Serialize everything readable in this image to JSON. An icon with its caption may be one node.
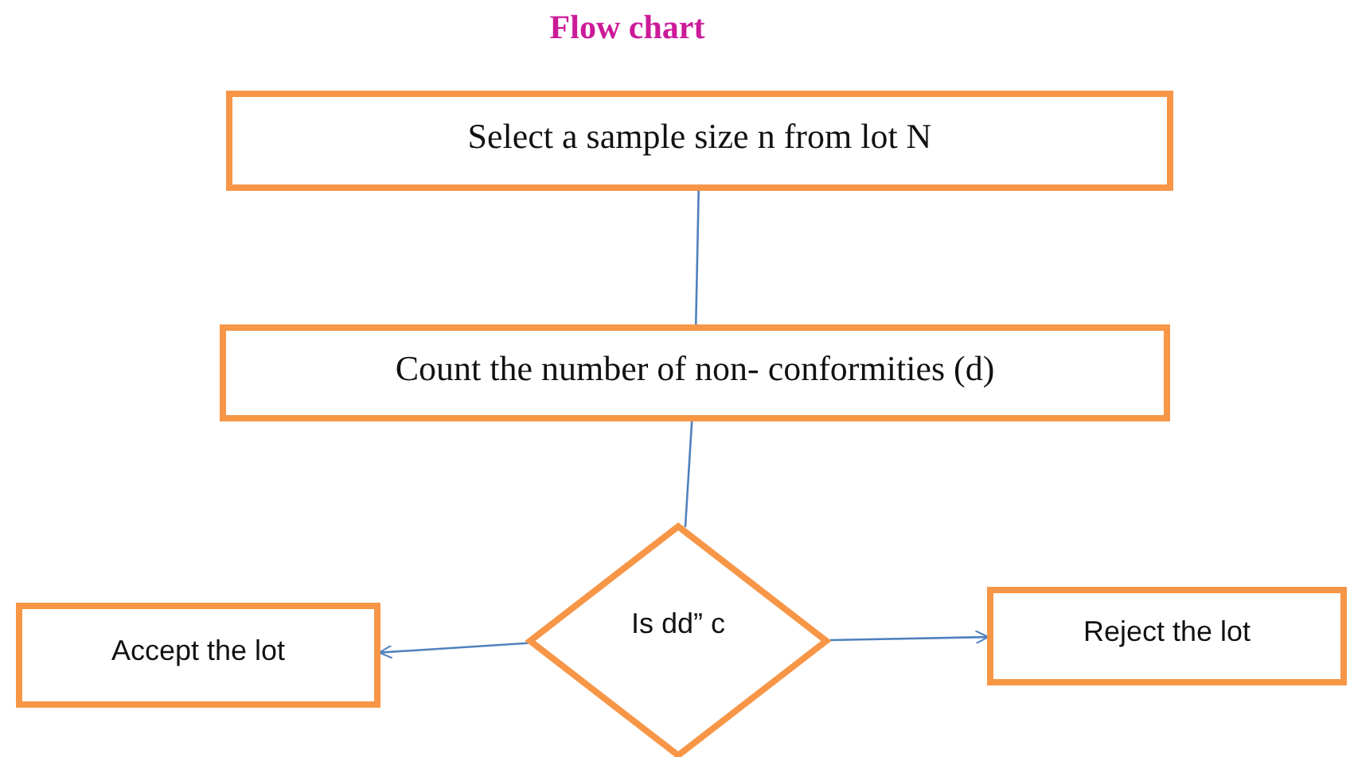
{
  "diagram": {
    "title": "Flow chart",
    "nodes": [
      {
        "text": [
          "Select a sample size n from lot N"
        ]
      },
      {
        "text": [
          "Count the number of non- conformities (d)"
        ]
      },
      {
        "text": [
          "Is dd” c"
        ]
      },
      {
        "text": [
          "Accept the lot"
        ]
      },
      {
        "text": [
          "Reject the lot"
        ]
      }
    ],
    "edges": [
      {
        "from": 0,
        "to": 1,
        "arrow": "none"
      },
      {
        "from": 1,
        "to": 2,
        "arrow": "none"
      },
      {
        "from": 2,
        "to": 3,
        "arrow": "to"
      },
      {
        "from": 2,
        "to": 4,
        "arrow": "to"
      }
    ]
  }
}
